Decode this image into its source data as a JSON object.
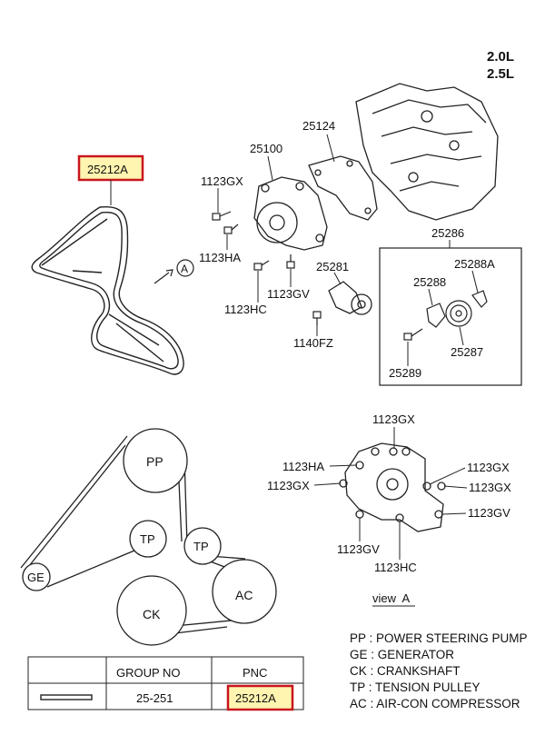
{
  "engine": {
    "line1": "2.0L",
    "line2": "2.5L"
  },
  "parts": {
    "belt": "25212A",
    "cover_gasket": "25124",
    "water_pump": "25100",
    "bolt_gx": "1123GX",
    "bolt_ha": "1123HA",
    "bolt_hc": "1123HC",
    "bolt_gv": "1123GV",
    "bolt_fz": "1140FZ",
    "tensioner": "25281",
    "tensioner_assy": "25286",
    "pulley_bracket": "25288",
    "pulley_bracket_a": "25288A",
    "idler_pulley": "25287",
    "tensioner_bolt": "25289",
    "view_ref": "A"
  },
  "routing": {
    "PP": "PP",
    "TP1": "TP",
    "TP2": "TP",
    "GE": "GE",
    "CK": "CK",
    "AC": "AC"
  },
  "view": {
    "title": "view  A",
    "labels": {
      "gx_top": "1123GX",
      "ha": "1123HA",
      "gx_left": "1123GX",
      "gx_r1": "1123GX",
      "gx_r2": "1123GX",
      "gv_right": "1123GV",
      "gv_bottom": "1123GV",
      "hc": "1123HC"
    }
  },
  "table": {
    "headers": [
      "",
      "GROUP NO",
      "PNC"
    ],
    "row": {
      "group": "25-251",
      "pnc": "25212A"
    }
  },
  "legend": [
    "PP : POWER STEERING PUMP",
    "GE : GENERATOR",
    "CK : CRANKSHAFT",
    "TP : TENSION PULLEY",
    "AC : AIR-CON COMPRESSOR"
  ],
  "colors": {
    "highlight_fill": "#fff4b0",
    "highlight_border": "#c8161d",
    "line": "#111111"
  }
}
